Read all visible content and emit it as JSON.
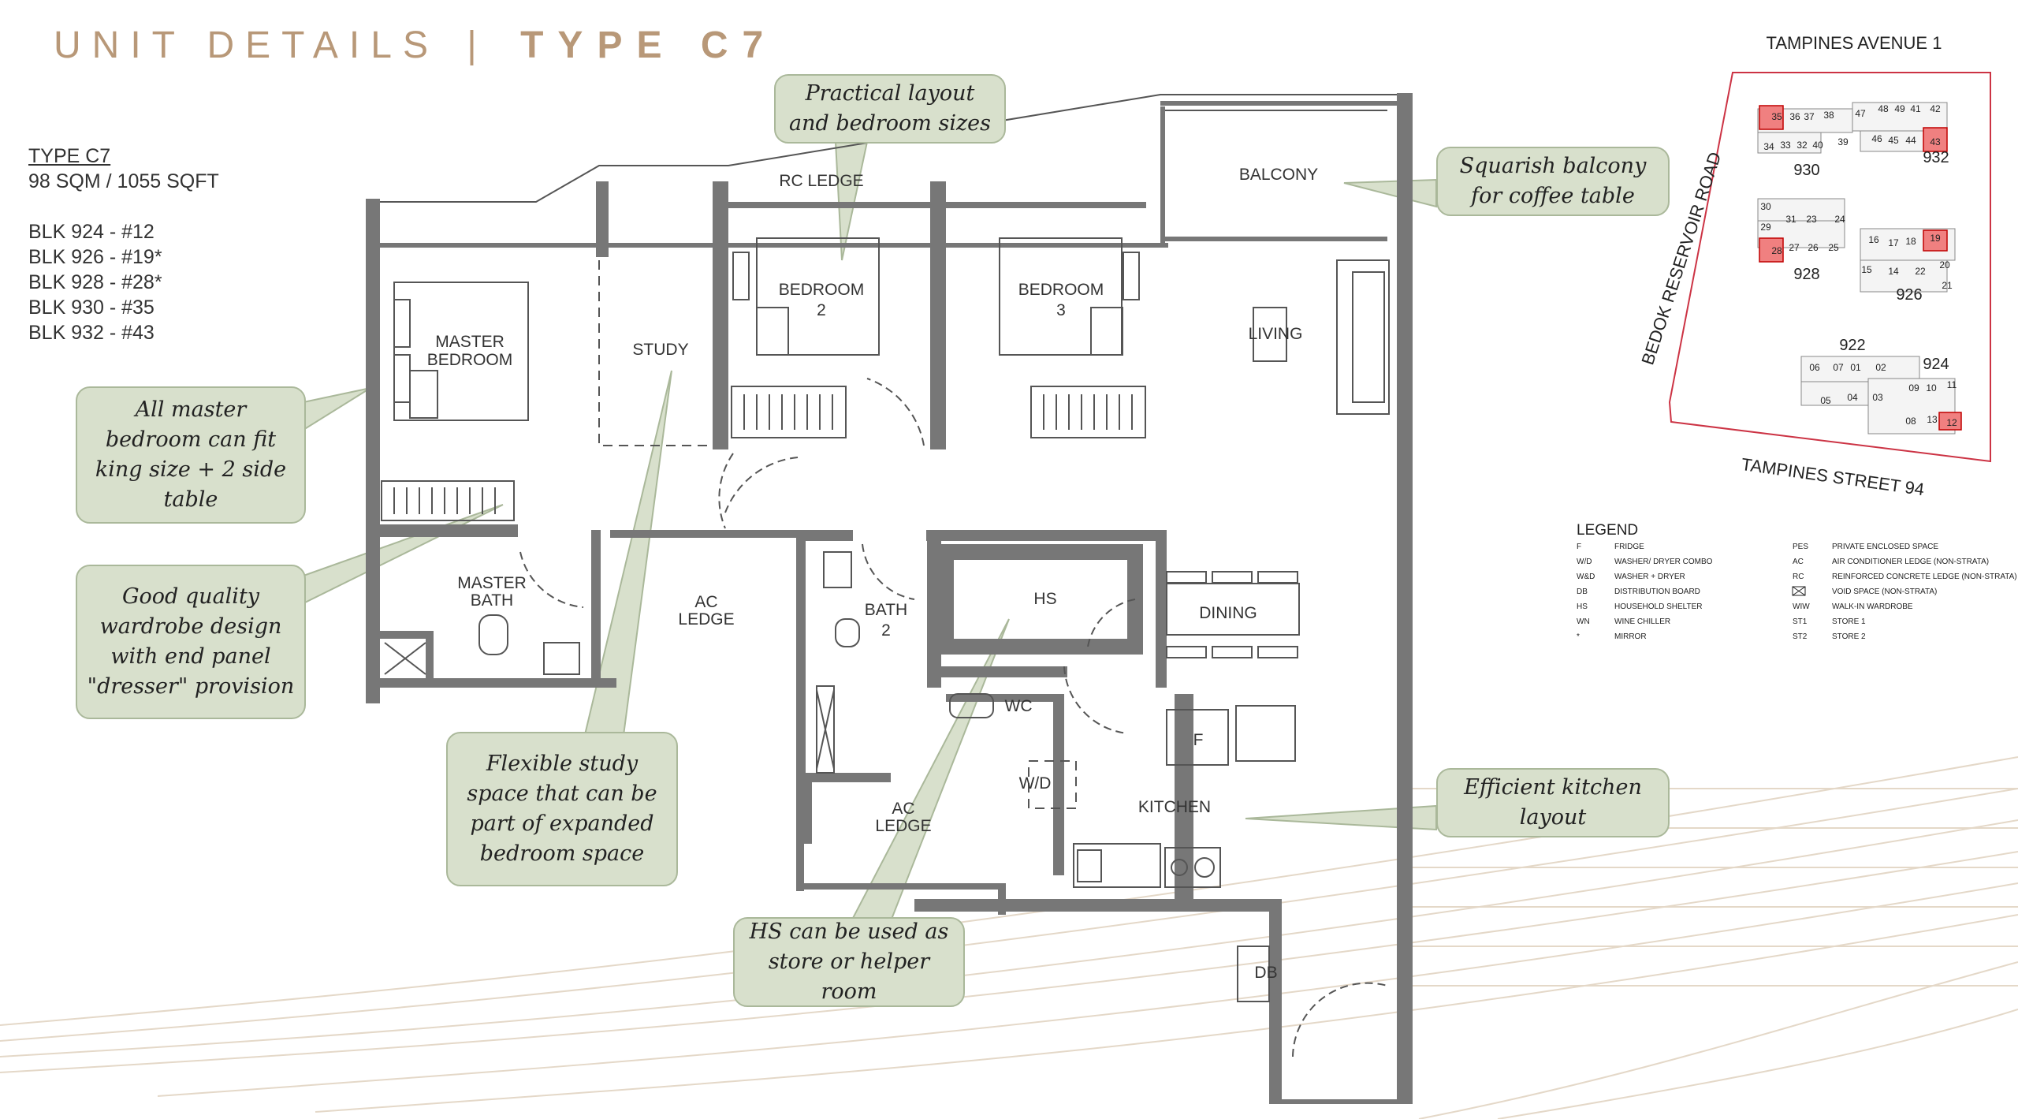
{
  "header": {
    "unit_details": "UNIT DETAILS",
    "separator": "|",
    "type_label": "TYPE C7"
  },
  "unit_info": {
    "type": "TYPE C7",
    "area": "98 SQM / 1055 SQFT",
    "blocks": [
      "BLK 924 - #12",
      "BLK 926 - #19*",
      "BLK 928 - #28*",
      "BLK 930 - #35",
      "BLK 932 - #43"
    ]
  },
  "callouts": {
    "layout": "Practical layout and bedroom sizes",
    "balcony": "Squarish balcony for coffee table",
    "master": "All master bedroom can fit king size + 2 side table",
    "wardrobe": "Good quality wardrobe design with end panel \"dresser\" provision",
    "study": "Flexible study space that can be part of expanded bedroom space",
    "hs": "HS can be used as store or helper room",
    "kitchen": "Efficient kitchen layout"
  },
  "rooms": {
    "rc_ledge": "RC LEDGE",
    "balcony": "BALCONY",
    "bedroom2_a": "BEDROOM",
    "bedroom2_b": "2",
    "bedroom3_a": "BEDROOM",
    "bedroom3_b": "3",
    "master_a": "MASTER",
    "master_b": "BEDROOM",
    "study": "STUDY",
    "living": "LIVING",
    "master_bath_a": "MASTER",
    "master_bath_b": "BATH",
    "ac_ledge1_a": "AC",
    "ac_ledge1_b": "LEDGE",
    "bath2_a": "BATH",
    "bath2_b": "2",
    "hs": "HS",
    "dining": "DINING",
    "wc": "WC",
    "fridge": "F",
    "wd": "W/D",
    "kitchen": "KITCHEN",
    "ac_ledge2_a": "AC",
    "ac_ledge2_b": "LEDGE",
    "db": "DB"
  },
  "site_plan": {
    "road_top": "TAMPINES AVENUE 1",
    "road_left": "BEDOK RESERVOIR ROAD",
    "road_bottom": "TAMPINES STREET 94",
    "blocks": {
      "b930": "930",
      "b932": "932",
      "b928": "928",
      "b926": "926",
      "b922": "922",
      "b924": "924"
    },
    "units_932": [
      "36",
      "37",
      "38",
      "47",
      "48",
      "49",
      "41",
      "42",
      "34",
      "33",
      "32",
      "40",
      "39",
      "46",
      "45",
      "44"
    ],
    "units_928": [
      "30",
      "31",
      "23",
      "24",
      "29",
      "27",
      "26",
      "25",
      "16",
      "17",
      "18",
      "15",
      "14",
      "22",
      "20",
      "21"
    ],
    "units_924": [
      "06",
      "07",
      "01",
      "02",
      "09",
      "10",
      "11",
      "05",
      "04",
      "03",
      "08",
      "13"
    ],
    "highlighted": [
      "35",
      "43",
      "28",
      "19",
      "12"
    ],
    "highlight_color": "#f08080"
  },
  "legend": {
    "title": "LEGEND",
    "left": [
      {
        "code": "F",
        "desc": "FRIDGE"
      },
      {
        "code": "W/D",
        "desc": "WASHER/ DRYER COMBO"
      },
      {
        "code": "W&D",
        "desc": "WASHER + DRYER"
      },
      {
        "code": "DB",
        "desc": "DISTRIBUTION BOARD"
      },
      {
        "code": "HS",
        "desc": "HOUSEHOLD SHELTER"
      },
      {
        "code": "WN",
        "desc": "WINE CHILLER"
      },
      {
        "code": "*",
        "desc": "MIRROR"
      }
    ],
    "right": [
      {
        "code": "PES",
        "desc": "PRIVATE ENCLOSED SPACE"
      },
      {
        "code": "AC",
        "desc": "AIR CONDITIONER LEDGE (NON-STRATA)"
      },
      {
        "code": "RC",
        "desc": "REINFORCED CONCRETE LEDGE (NON-STRATA)"
      },
      {
        "code": "",
        "desc": "VOID SPACE (NON-STRATA)"
      },
      {
        "code": "WIW",
        "desc": "WALK-IN WARDROBE"
      },
      {
        "code": "ST1",
        "desc": "STORE 1"
      },
      {
        "code": "ST2",
        "desc": "STORE 2"
      }
    ]
  },
  "colors": {
    "accent": "#b89878",
    "callout_bg": "#d8e0cc",
    "wall": "#777777"
  }
}
